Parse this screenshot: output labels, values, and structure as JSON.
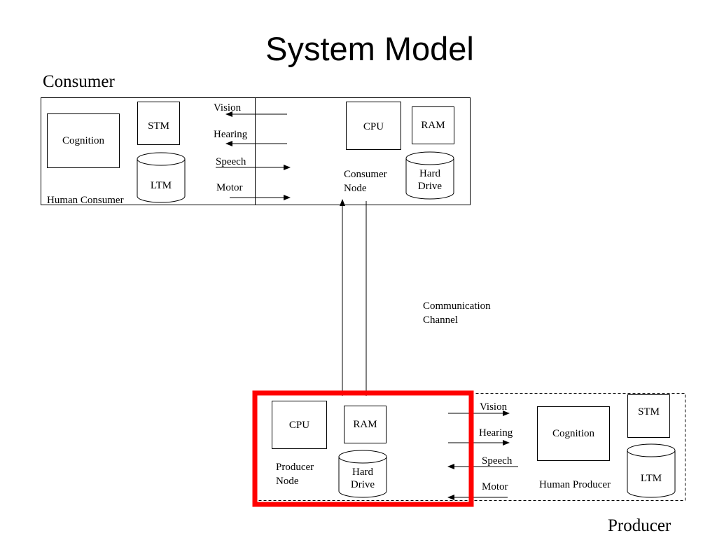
{
  "slide": {
    "title": "System Model",
    "consumer_heading": "Consumer",
    "producer_heading": "Producer",
    "channel_label": "Communication\nChannel"
  },
  "consumer": {
    "human": {
      "label": "Human Consumer",
      "cognition": "Cognition",
      "stm": "STM",
      "ltm": "LTM",
      "senses": {
        "vision": "Vision",
        "hearing": "Hearing",
        "speech": "Speech",
        "motor": "Motor"
      }
    },
    "node": {
      "label": "Consumer\nNode",
      "cpu": "CPU",
      "ram": "RAM",
      "hard_drive": "Hard\nDrive"
    }
  },
  "producer": {
    "human": {
      "label": "Human Producer",
      "cognition": "Cognition",
      "stm": "STM",
      "ltm": "LTM",
      "senses": {
        "vision": "Vision",
        "hearing": "Hearing",
        "speech": "Speech",
        "motor": "Motor"
      }
    },
    "node": {
      "label": "Producer\nNode",
      "cpu": "CPU",
      "ram": "RAM",
      "hard_drive": "Hard\nDrive"
    },
    "highlight_color": "#ff0000"
  }
}
